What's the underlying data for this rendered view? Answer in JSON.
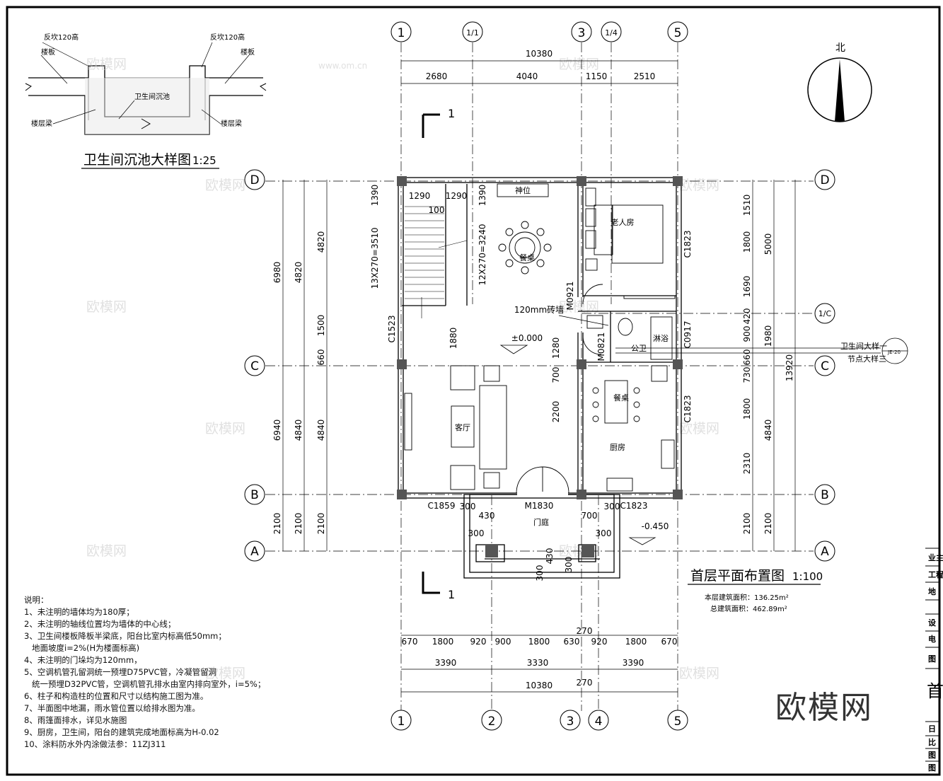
{
  "north_label": "北",
  "detail": {
    "title": "卫生间沉池大样图",
    "scale": "1:25",
    "labels": {
      "fanjiang_left": "反坎120高",
      "fanjiang_right": "反坎120高",
      "louban_left": "楼板",
      "louban_right": "楼板",
      "chenchi": "卫生间沉池",
      "liang_left": "楼层梁",
      "liang_right": "楼层梁"
    }
  },
  "plan": {
    "title": "首层平面布置图",
    "scale": "1:100",
    "area_floor": "本层建筑面积：136.25m²",
    "area_total": "总建筑面积：462.89m²",
    "section_mark": "1",
    "elev_main": "±0.000",
    "elev_porch": "-0.450",
    "axes_h": [
      "1",
      "1/1",
      "3",
      "1/4",
      "5"
    ],
    "axes_h_bottom": [
      "1",
      "2",
      "3",
      "4",
      "5"
    ],
    "axes_v": [
      "D",
      "1/C",
      "C",
      "B",
      "A"
    ],
    "top_total": "10380",
    "top_dims": [
      "2680",
      "4040",
      "1150",
      "2510"
    ],
    "bottom_dims_a": [
      "670",
      "1800",
      "920",
      "900",
      "1800",
      "630",
      "920",
      "1800",
      "670"
    ],
    "bottom_dims_b": [
      "3390",
      "3330",
      "3390"
    ],
    "bottom_total": "10380",
    "bottom_270a": "270",
    "bottom_270b": "270",
    "left_dims_outer": [
      "6980",
      "6940",
      "2100"
    ],
    "left_dims_mid": [
      "4820",
      "4840",
      "2100"
    ],
    "left_dims_inner": [
      "1390",
      "13X270=3510",
      "1500",
      "660"
    ],
    "stair_dims": [
      "1290",
      "1290",
      "100",
      "1390",
      "12X270=3240"
    ],
    "right_dims_inner": [
      "1510",
      "1800",
      "1690",
      "420",
      "900",
      "660",
      "730",
      "1800",
      "2310",
      "2100"
    ],
    "right_dims_mid": [
      "5000",
      "1980",
      "4840",
      "2100"
    ],
    "right_total": "13920",
    "inner_dims": [
      "1880",
      "1280",
      "700",
      "2200"
    ],
    "porch_dims": [
      "300",
      "430",
      "300",
      "700",
      "300",
      "300",
      "430",
      "300",
      "300"
    ],
    "rooms": {
      "shenwei": "神位",
      "canting_left": "餐桌",
      "laorenfang": "老人房",
      "gongwei": "公卫",
      "linyu": "淋浴",
      "canzhuo": "餐桌",
      "keting": "客厅",
      "chufang": "厨房",
      "menting": "门庭"
    },
    "windows": [
      "C1523",
      "C1823",
      "C0917",
      "C1823",
      "C1859",
      "C1823"
    ],
    "doors": [
      "M0921",
      "M0821",
      "M1830"
    ],
    "wall_note": "120mm砖墙",
    "callout_1": "卫生间大样一",
    "callout_2": "节点大样三",
    "callout_ref": "JE-20"
  },
  "notes": {
    "heading": "说明：",
    "items": [
      "1、未注明的墙体均为180厚；",
      "2、未注明的轴线位置均为墙体的中心线；",
      "3、卫生间楼板降板半梁底，阳台比室内标高低50mm；",
      "   地面坡度i=2%(H为楼面标高)",
      "4、未注明的门垛均为120mm，",
      "5、空调机管孔留洞统一预埋D75PVC管，冷凝管留洞",
      "   统一预埋D32PVC管，空调机管孔排水由室内排向室外，i=5%；",
      "6、柱子和构造柱的位置和尺寸以结构施工图为准。",
      "7、半面图中地漏，雨水管位置以给排水图为准。",
      "8、雨篷面排水，详见水施图",
      "9、厨房，卫生间，阳台的建筑完成地面标高为H-0.02",
      "10、涂料防水外内涂做法参：11ZJ311"
    ]
  },
  "title_block": [
    "业主",
    "工程",
    "地",
    "设",
    "电",
    "图",
    "首",
    "日",
    "比",
    "图",
    "图"
  ],
  "watermark": "欧模网",
  "watermark_url": "www.om.cn",
  "brand": "欧模网"
}
